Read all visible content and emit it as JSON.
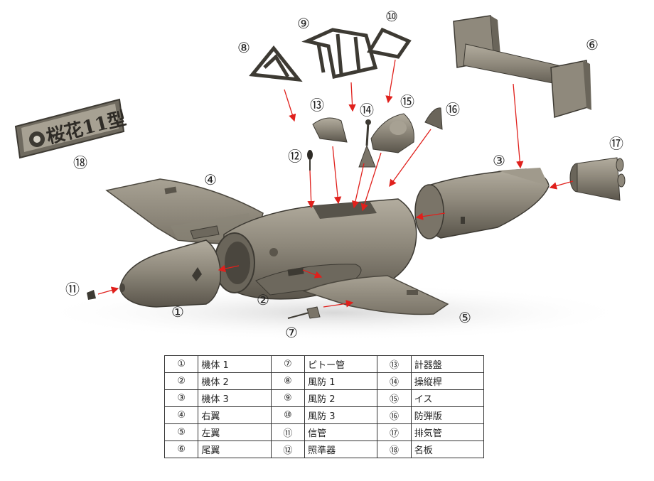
{
  "nameplate": {
    "text": "桜花11型"
  },
  "callouts": {
    "c1": "①",
    "c2": "②",
    "c3": "③",
    "c4": "④",
    "c5": "⑤",
    "c6": "⑥",
    "c7": "⑦",
    "c8": "⑧",
    "c9": "⑨",
    "c10": "⑩",
    "c11": "⑪",
    "c12": "⑫",
    "c13": "⑬",
    "c14": "⑭",
    "c15": "⑮",
    "c16": "⑯",
    "c17": "⑰",
    "c18": "⑱"
  },
  "parts_table": {
    "rows": [
      [
        {
          "num": "①",
          "name": "機体 1"
        },
        {
          "num": "⑦",
          "name": "ピトー管"
        },
        {
          "num": "⑬",
          "name": "計器盤"
        }
      ],
      [
        {
          "num": "②",
          "name": "機体 2"
        },
        {
          "num": "⑧",
          "name": "風防 1"
        },
        {
          "num": "⑭",
          "name": "操縦桿"
        }
      ],
      [
        {
          "num": "③",
          "name": "機体 3"
        },
        {
          "num": "⑨",
          "name": "風防 2"
        },
        {
          "num": "⑮",
          "name": "イス"
        }
      ],
      [
        {
          "num": "④",
          "name": "右翼"
        },
        {
          "num": "⑩",
          "name": "風防 3"
        },
        {
          "num": "⑯",
          "name": "防弾版"
        }
      ],
      [
        {
          "num": "⑤",
          "name": "左翼"
        },
        {
          "num": "⑪",
          "name": "信管"
        },
        {
          "num": "⑰",
          "name": "排気管"
        }
      ],
      [
        {
          "num": "⑥",
          "name": "尾翼"
        },
        {
          "num": "⑫",
          "name": "照準器"
        },
        {
          "num": "⑱",
          "name": "名板"
        }
      ]
    ]
  },
  "colors": {
    "part_fill": "#8f897c",
    "part_dark": "#5a554b",
    "part_light": "#b3ad9f",
    "arrow": "#e0201c"
  }
}
